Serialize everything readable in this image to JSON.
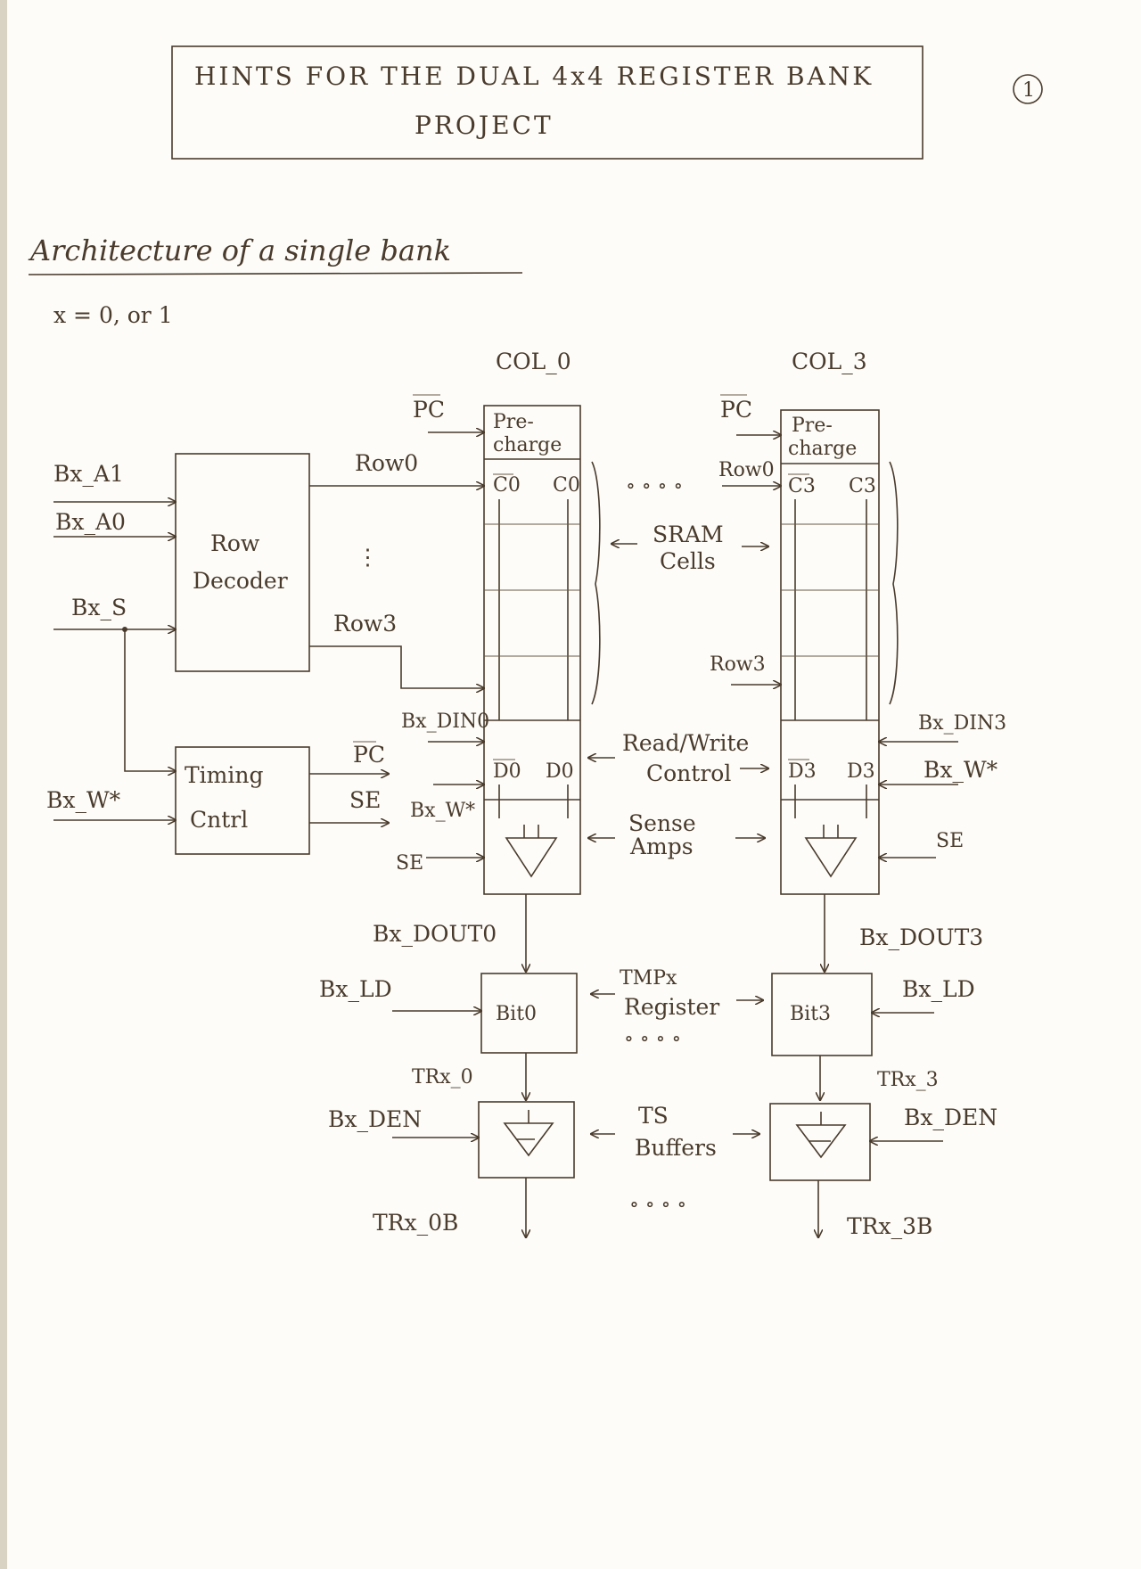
{
  "title": {
    "line1": "HINTS FOR THE DUAL 4x4 REGISTER BANK",
    "line2": "PROJECT",
    "page_number": "1"
  },
  "subtitle": "Architecture of a single bank",
  "note": "x = 0, or 1",
  "columns": {
    "col0": "COL_0",
    "col3": "COL_3"
  },
  "row_decoder": {
    "label1": "Row",
    "label2": "Decoder",
    "inputs": [
      "Bx_A1",
      "Bx_A0",
      "Bx_S"
    ],
    "out_row0": "Row0",
    "out_row3": "Row3",
    "dots": "⋮"
  },
  "timing": {
    "label1": "Timing",
    "label2": "Cntrl",
    "input": "Bx_W*",
    "out_pc": "PC",
    "out_se": "SE"
  },
  "col0": {
    "pc": "PC",
    "precharge1": "Pre-",
    "precharge2": "charge",
    "c_bar": "C0",
    "c": "C0",
    "din": "Bx_DIN0",
    "d_bar": "D0",
    "d": "D0",
    "w": "Bx_W*",
    "se": "SE",
    "dout": "Bx_DOUT0",
    "ld": "Bx_LD",
    "bit": "Bit0",
    "tr": "TRx_0",
    "den": "Bx_DEN",
    "trb": "TRx_0B"
  },
  "col3": {
    "pc": "PC",
    "row0": "Row0",
    "row3": "Row3",
    "precharge1": "Pre-",
    "precharge2": "charge",
    "c_bar": "C3",
    "c": "C3",
    "din": "Bx_DIN3",
    "d_bar": "D3",
    "d": "D3",
    "w": "Bx_W*",
    "se": "SE",
    "dout": "Bx_DOUT3",
    "ld": "Bx_LD",
    "bit": "Bit3",
    "tr": "TRx_3",
    "den": "Bx_DEN",
    "trb": "TRx_3B"
  },
  "middle": {
    "cdots": "∘ ∘ ∘ ∘",
    "sram1": "SRAM",
    "sram2": "Cells",
    "rw1": "Read/Write",
    "rw2": "Control",
    "sense1": "Sense",
    "sense2": "Amps",
    "tmp1": "TMPx",
    "tmp2": "Register",
    "tmpdots": "∘ ∘ ∘ ∘",
    "ts1": "TS",
    "ts2": "Buffers",
    "tsdots": "∘ ∘ ∘ ∘"
  }
}
